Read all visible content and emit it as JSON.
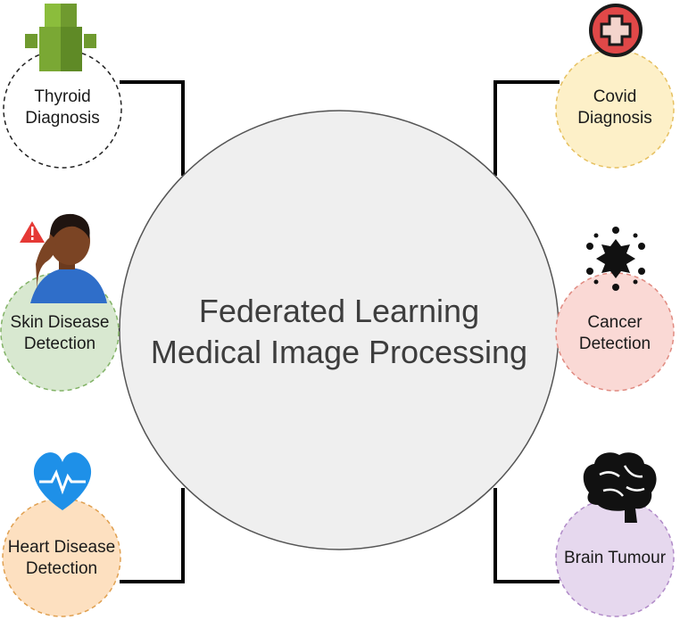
{
  "center": {
    "line1": "Federated Learning",
    "line2": "Medical Image Processing"
  },
  "nodes": [
    {
      "id": "thyroid",
      "line1": "Thyroid",
      "line2": "Diagnosis",
      "icon": "thyroid-cube-icon",
      "fill": "#ffffff",
      "stroke": "#222222"
    },
    {
      "id": "skin",
      "line1": "Skin Disease",
      "line2": "Detection",
      "icon": "skin-patient-warning-icon",
      "fill": "#d8e8d0",
      "stroke": "#82b366"
    },
    {
      "id": "heart",
      "line1": "Heart Disease",
      "line2": "Detection",
      "icon": "heart-pulse-icon",
      "fill": "#fde0c0",
      "stroke": "#e0a050"
    },
    {
      "id": "covid",
      "line1": "Covid",
      "line2": "Diagnosis",
      "icon": "medical-cross-icon",
      "fill": "#fdf0c8",
      "stroke": "#e6c060"
    },
    {
      "id": "cancer",
      "line1": "Cancer",
      "line2": "Detection",
      "icon": "cancer-cell-icon",
      "fill": "#fad9d5",
      "stroke": "#e08a80"
    },
    {
      "id": "brain",
      "line1": "Brain Tumour",
      "line2": "",
      "icon": "brain-icon",
      "fill": "#e6d8ee",
      "stroke": "#b08ac8"
    }
  ],
  "colors": {
    "center_fill": "#efefef",
    "center_stroke": "#555555",
    "connector": "#000000"
  }
}
